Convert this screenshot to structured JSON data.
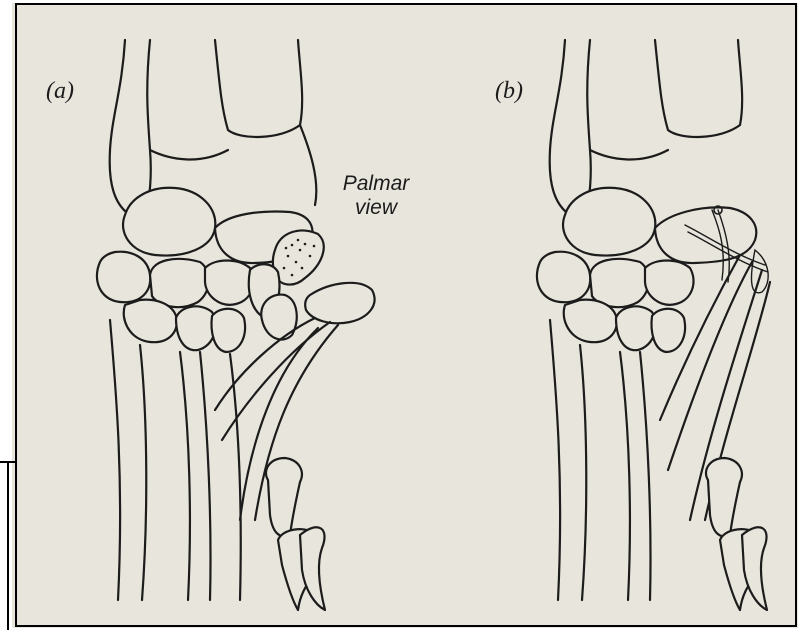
{
  "panels": [
    {
      "label": "(a)"
    },
    {
      "label": "(b)"
    }
  ],
  "view_label_line1": "Palmar",
  "view_label_line2": "view",
  "colors": {
    "paper": "#e8e5dc",
    "ink": "#1c1c1c",
    "border": "#000000"
  }
}
